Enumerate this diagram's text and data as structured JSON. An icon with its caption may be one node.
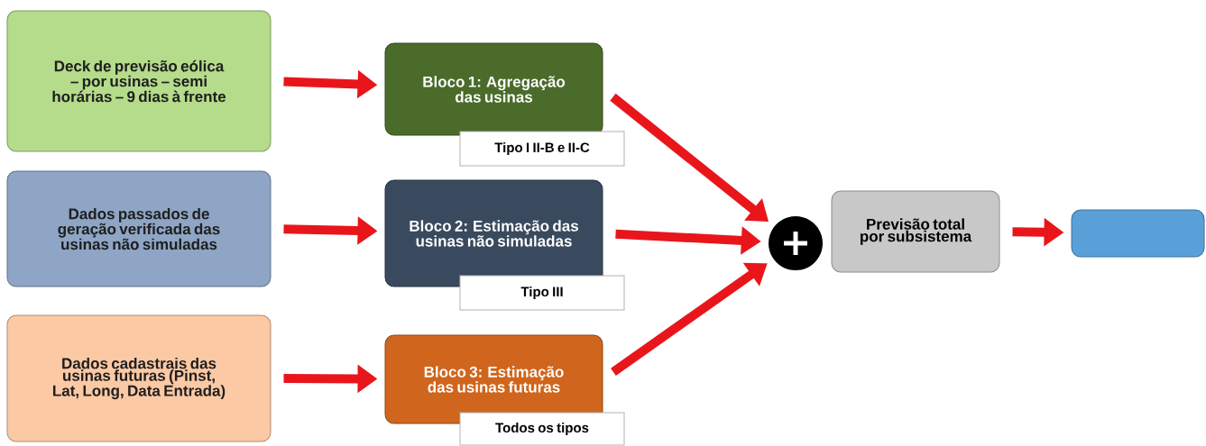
{
  "diagram": {
    "nodes": [
      {
        "text": [
          "Deck de previsão eólica – por usinas – semi horárias – 9 dias à frente"
        ]
      },
      {
        "text": [
          "Dados passados de geração verificada das usinas não simuladas"
        ]
      },
      {
        "text": [
          "Dados cadastrais das usinas futuras (Pinst, Lat, Long, Data Entrada)"
        ]
      },
      {
        "text": [
          "Bloco 1: Agregação das usinas"
        ]
      },
      {
        "text": [
          "Tipo I II-B e II-C"
        ]
      },
      {
        "text": [
          "Bloco 2: Estimação das usinas não simuladas"
        ]
      },
      {
        "text": [
          "Tipo III"
        ]
      },
      {
        "text": [
          "Bloco 3: Estimação das usinas futuras"
        ]
      },
      {
        "text": [
          "Todos os tipos"
        ]
      },
      {
        "text": [],
        "shape": "circle"
      },
      {
        "text": [
          "Previsão total por subsistema"
        ]
      },
      {
        "text": [],
        "shape": "box"
      }
    ],
    "edges": [
      {
        "from": 0,
        "to": 3,
        "arrow": "to",
        "color": "#e8161b"
      },
      {
        "from": 1,
        "to": 5,
        "arrow": "to",
        "color": "#e8161b"
      },
      {
        "from": 2,
        "to": 7,
        "arrow": "to",
        "color": "#e8161b"
      },
      {
        "from": 3,
        "to": 9,
        "arrow": "to",
        "color": "#e8161b"
      },
      {
        "from": 5,
        "to": 9,
        "arrow": "to",
        "color": "#e8161b"
      },
      {
        "from": 7,
        "to": 9,
        "arrow": "to",
        "color": "#e8161b"
      },
      {
        "from": 10,
        "to": 11,
        "arrow": "to",
        "color": "#e8161b"
      }
    ]
  }
}
